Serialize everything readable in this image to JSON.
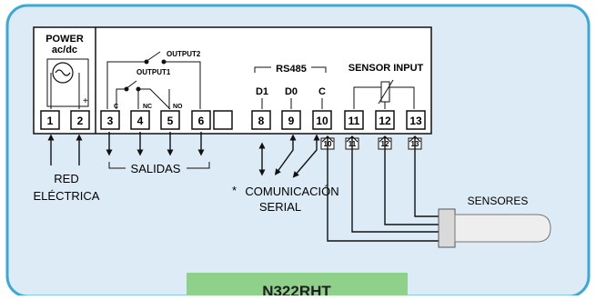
{
  "device": {
    "power_line1": "POWER",
    "power_line2": "ac/dc",
    "plus_sign": "+",
    "model": "N322RHT",
    "colors": {
      "panel_bg": "#dcebf6",
      "panel_border": "#3aa8d8",
      "model_bg": "#8fd08a",
      "wire": "#111111"
    }
  },
  "terminals": [
    "1",
    "2",
    "3",
    "4",
    "5",
    "6",
    "8",
    "9",
    "10",
    "11",
    "12",
    "13"
  ],
  "relay": {
    "output2": "OUTPUT2",
    "output1": "OUTPUT1",
    "c": "C",
    "nc": "NC",
    "no": "NO"
  },
  "rs485": {
    "title": "RS485",
    "d1": "D1",
    "d0": "D0",
    "c": "C"
  },
  "sensor_input": {
    "title": "SENSOR INPUT"
  },
  "bottom_tags": [
    "10",
    "11",
    "12",
    "13"
  ],
  "labels": {
    "red_line1": "RED",
    "red_line2": "ELÉCTRICA",
    "salidas": "SALIDAS",
    "asterisk": "*",
    "comunicacion_line1": "COMUNICACIÓN",
    "comunicacion_line2": "SERIAL",
    "sensores": "SENSORES"
  }
}
